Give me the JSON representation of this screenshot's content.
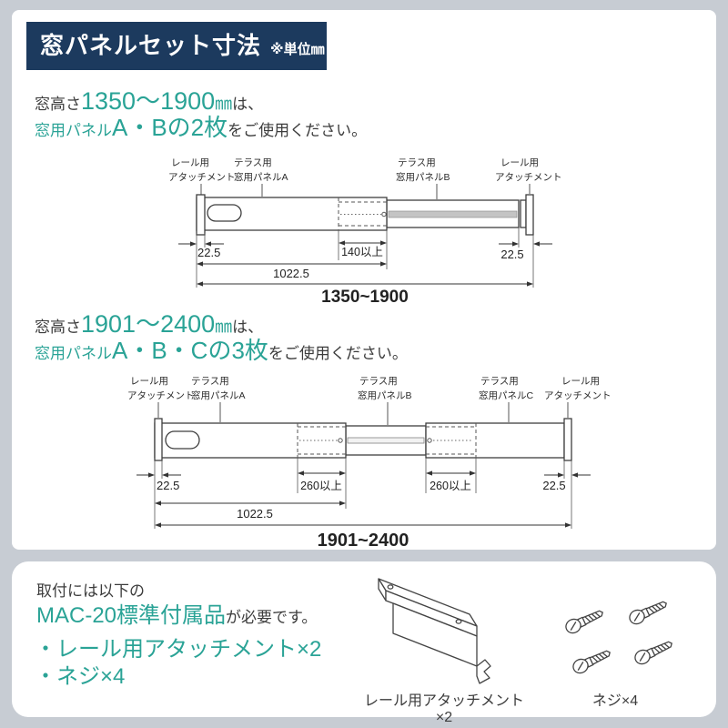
{
  "colors": {
    "background": "#c7ccd3",
    "card": "#ffffff",
    "navy": "#1c3a5e",
    "teal": "#2aa396",
    "text": "#3c3c3c"
  },
  "header": {
    "title": "窓パネルセット寸法",
    "unit": "※単位㎜"
  },
  "sec1": {
    "t1a": "窓高さ",
    "t1b": "1350〜1900",
    "t1c": "㎜",
    "t1d": "は、",
    "t2a": "窓用パネル",
    "t2b": "A・Bの2枚",
    "t2c": "をご使用ください。",
    "d": {
      "lbl1a": "レール用",
      "lbl1b": "アタッチメント",
      "lbl2a": "テラス用",
      "lbl2b": "窓用パネルA",
      "lbl3a": "テラス用",
      "lbl3b": "窓用パネルB",
      "lbl4a": "レール用",
      "lbl4b": "アタッチメント",
      "dim_left": "22.5",
      "dim_overlap": "140以上",
      "dim_right": "22.5",
      "dim_panel_a": "1022.5",
      "dim_total": "1350~1900"
    }
  },
  "sec2": {
    "t1a": "窓高さ",
    "t1b": "1901〜2400",
    "t1c": "㎜",
    "t1d": "は、",
    "t2a": "窓用パネル",
    "t2b": "A・B・Cの3枚",
    "t2c": "をご使用ください。",
    "d": {
      "lbl1a": "レール用",
      "lbl1b": "アタッチメント",
      "lbl2a": "テラス用",
      "lbl2b": "窓用パネルA",
      "lbl3a": "テラス用",
      "lbl3b": "窓用パネルB",
      "lbl4a": "テラス用",
      "lbl4b": "窓用パネルC",
      "lbl5a": "レール用",
      "lbl5b": "アタッチメント",
      "dim_left": "22.5",
      "dim_overlap1": "260以上",
      "dim_overlap2": "260以上",
      "dim_right": "22.5",
      "dim_panel_a": "1022.5",
      "dim_total": "1901~2400"
    }
  },
  "accessories": {
    "intro": "取付には以下の",
    "product": "MAC-20標準付属品",
    "suffix": "が必要です。",
    "item1": "・レール用アタッチメント×2",
    "item2": "・ネジ×4",
    "caption_bracket": "レール用アタッチメント×2",
    "caption_screws": "ネジ×4"
  }
}
